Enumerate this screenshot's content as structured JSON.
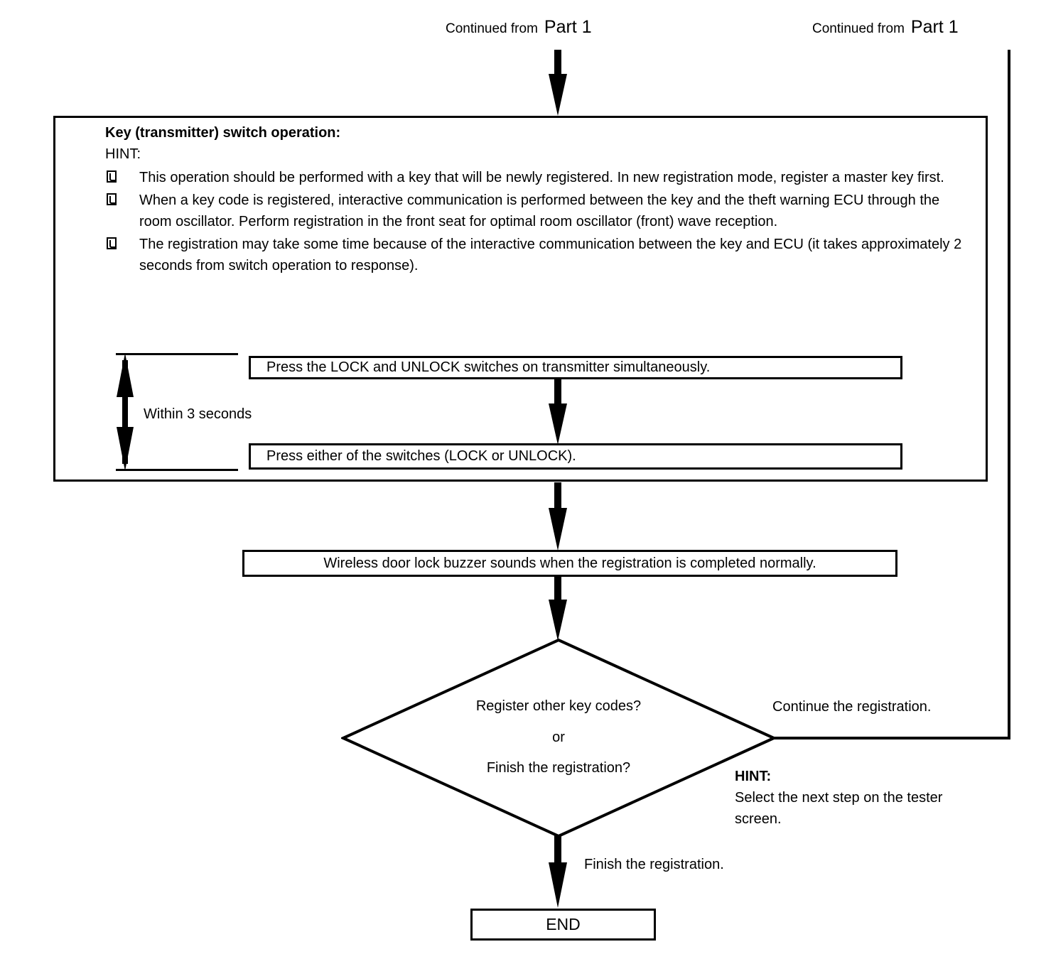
{
  "page": {
    "title": "Key (transmitter) registration flowchart - Part 2",
    "background_color": "#ffffff",
    "line_color": "#000000"
  },
  "header": {
    "left_continuation": {
      "prefix": "Continued from",
      "reference": "Part 1"
    },
    "right_continuation": {
      "prefix": "Continued from",
      "reference": "Part 1"
    }
  },
  "main_block": {
    "title": "Key (transmitter) switch operation:",
    "hint_word": "HINT:",
    "bullets": [
      "This operation should be performed with a key that will be newly registered. In new registration mode, register a master key first.",
      "When a key code is registered, interactive communication is performed between the key and the theft warning ECU through the room oscillator. Perform registration in the front seat for optimal room oscillator (front) wave reception.",
      "The registration may take some time because of the interactive communication between the key and ECU (it takes approximately 2 seconds from switch operation to response)."
    ],
    "timing_label": "Within 3 seconds",
    "step_1": "Press the LOCK and UNLOCK switches on transmitter simultaneously.",
    "step_2": "Press either of the switches (LOCK or UNLOCK)."
  },
  "buzzer_step": "Wireless door lock buzzer sounds when the registration is completed normally.",
  "decision": {
    "line_1": "Register other key codes?",
    "line_2": "or",
    "line_3": "Finish the registration?",
    "branch_right_label": "Continue the registration.",
    "branch_down_label": "Finish the registration.",
    "hint": {
      "title": "HINT:",
      "line_1": "Select the next step on the tester",
      "line_2": "screen."
    }
  },
  "end_node": {
    "label": "END"
  }
}
